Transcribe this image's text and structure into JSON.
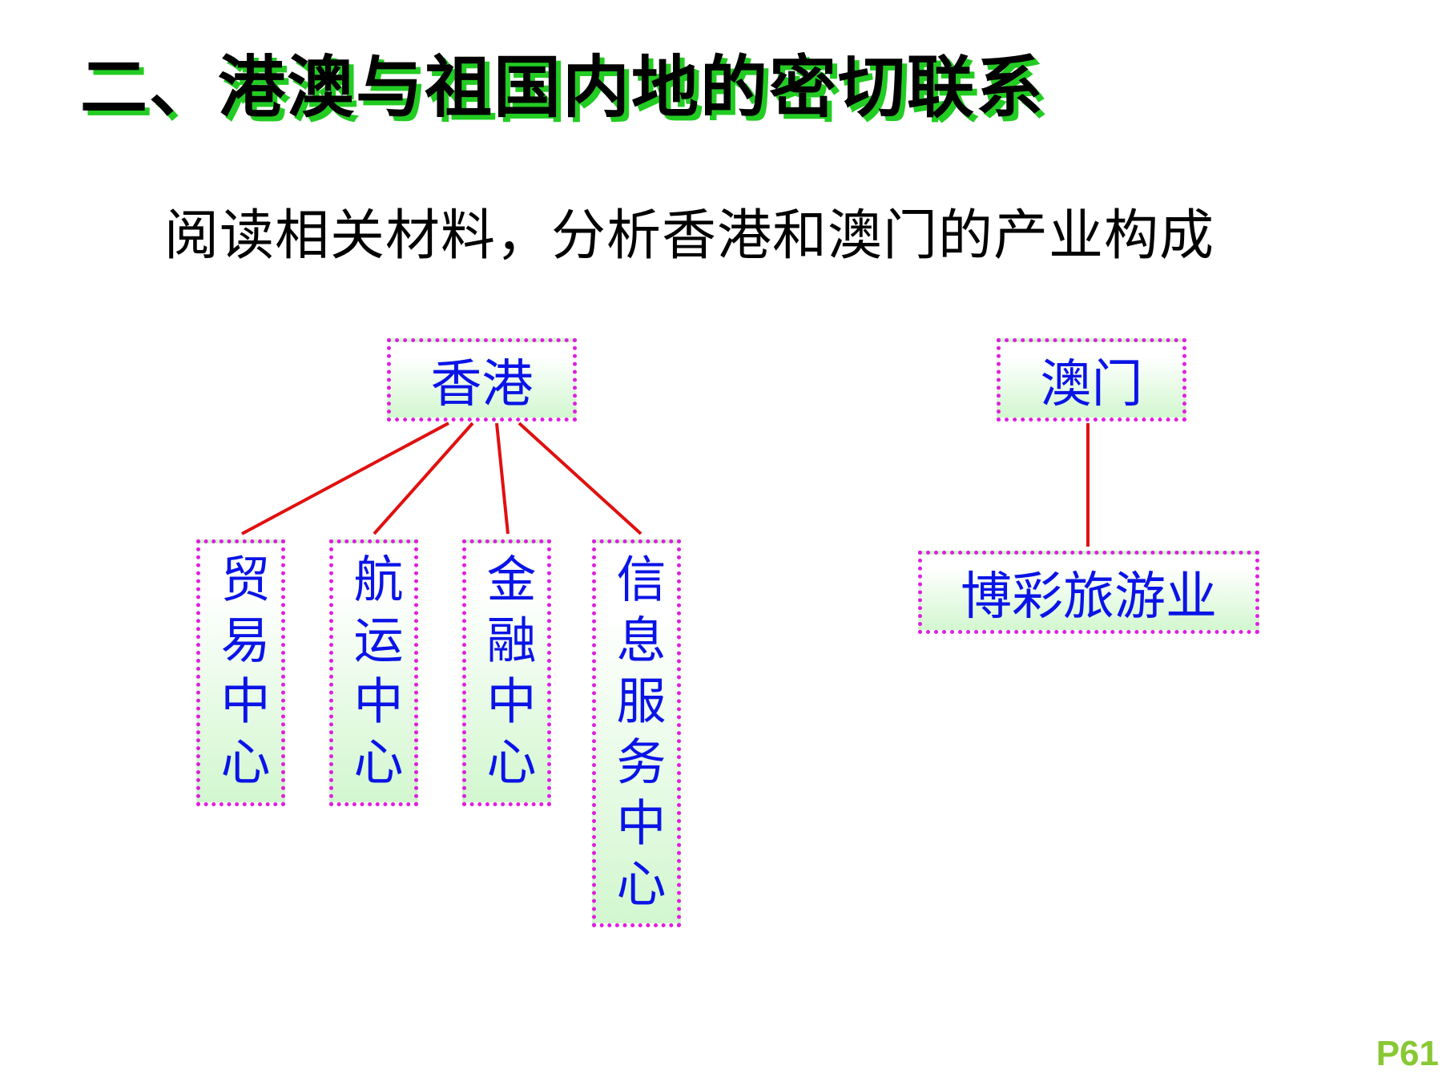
{
  "title": "二、港澳与祖国内地的密切联系",
  "subtitle": "阅读相关材料，分析香港和澳门的产业构成",
  "hongkong": {
    "label": "香港",
    "children": [
      "贸易中心",
      "航运中心",
      "金融中心",
      "信息服务中心"
    ]
  },
  "macau": {
    "label": "澳门",
    "children": [
      "博彩旅游业"
    ]
  },
  "page_number": "P61",
  "colors": {
    "title_shadow": "#22cc22",
    "node_border": "#e01ee0",
    "node_text": "#0a14e6",
    "node_fill": "#d2f7cf",
    "connector": "#e01010",
    "page_number": "#88c833"
  }
}
